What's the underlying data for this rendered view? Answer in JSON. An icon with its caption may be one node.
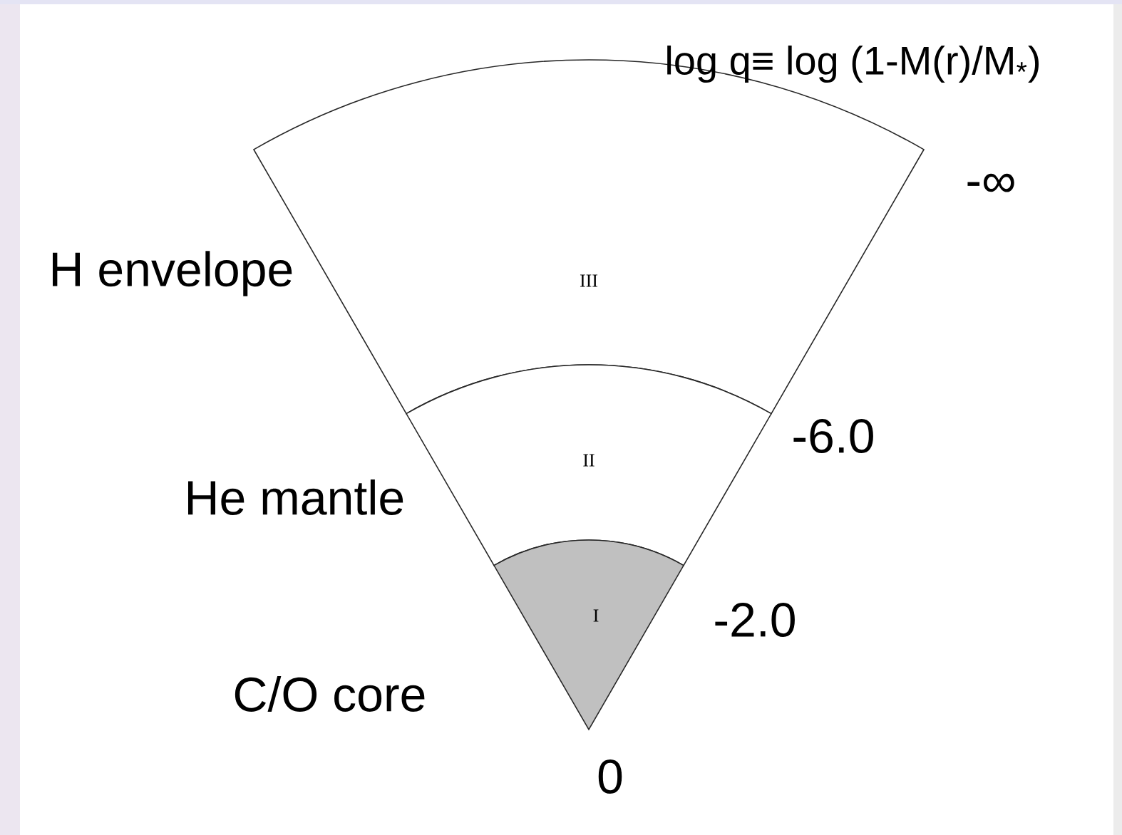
{
  "diagram": {
    "nodes": [
      {
        "text": [
          "III"
        ],
        "beside": [
          "H envelope"
        ]
      },
      {
        "text": [
          "II"
        ],
        "beside": [
          "He mantle"
        ]
      },
      {
        "text": [
          "I"
        ],
        "beside": [
          "C/O core"
        ]
      }
    ],
    "labels": [
      "log q≡ log (1-M(r)/M$_{*}$)",
      "-∞",
      "-6.0",
      "-2.0",
      "0"
    ]
  }
}
